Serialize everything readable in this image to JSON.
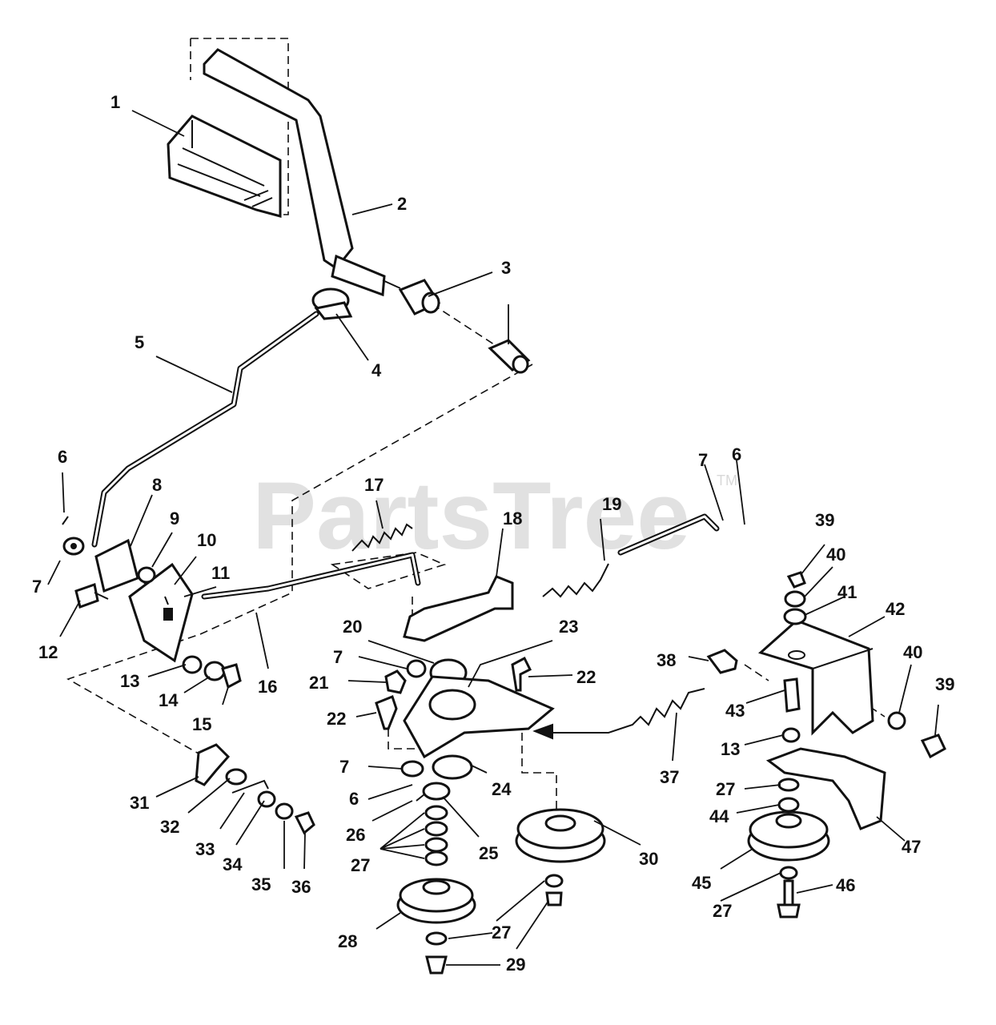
{
  "watermark": {
    "text": "PartsTree",
    "trademark": "TM"
  },
  "callouts": [
    {
      "id": "c1",
      "label": "1"
    },
    {
      "id": "c2",
      "label": "2"
    },
    {
      "id": "c3",
      "label": "3"
    },
    {
      "id": "c4",
      "label": "4"
    },
    {
      "id": "c5",
      "label": "5"
    },
    {
      "id": "c6a",
      "label": "6"
    },
    {
      "id": "c6b",
      "label": "6"
    },
    {
      "id": "c6c",
      "label": "6"
    },
    {
      "id": "c7a",
      "label": "7"
    },
    {
      "id": "c7b",
      "label": "7"
    },
    {
      "id": "c7c",
      "label": "7"
    },
    {
      "id": "c7d",
      "label": "7"
    },
    {
      "id": "c8",
      "label": "8"
    },
    {
      "id": "c9",
      "label": "9"
    },
    {
      "id": "c10",
      "label": "10"
    },
    {
      "id": "c11",
      "label": "11"
    },
    {
      "id": "c12",
      "label": "12"
    },
    {
      "id": "c13a",
      "label": "13"
    },
    {
      "id": "c13b",
      "label": "13"
    },
    {
      "id": "c14",
      "label": "14"
    },
    {
      "id": "c15",
      "label": "15"
    },
    {
      "id": "c16",
      "label": "16"
    },
    {
      "id": "c17",
      "label": "17"
    },
    {
      "id": "c18",
      "label": "18"
    },
    {
      "id": "c19",
      "label": "19"
    },
    {
      "id": "c20",
      "label": "20"
    },
    {
      "id": "c21",
      "label": "21"
    },
    {
      "id": "c22a",
      "label": "22"
    },
    {
      "id": "c22b",
      "label": "22"
    },
    {
      "id": "c23",
      "label": "23"
    },
    {
      "id": "c24",
      "label": "24"
    },
    {
      "id": "c25",
      "label": "25"
    },
    {
      "id": "c26",
      "label": "26"
    },
    {
      "id": "c27a",
      "label": "27"
    },
    {
      "id": "c27b",
      "label": "27"
    },
    {
      "id": "c27c",
      "label": "27"
    },
    {
      "id": "c27d",
      "label": "27"
    },
    {
      "id": "c28",
      "label": "28"
    },
    {
      "id": "c29",
      "label": "29"
    },
    {
      "id": "c30",
      "label": "30"
    },
    {
      "id": "c31",
      "label": "31"
    },
    {
      "id": "c32",
      "label": "32"
    },
    {
      "id": "c33",
      "label": "33"
    },
    {
      "id": "c34",
      "label": "34"
    },
    {
      "id": "c35",
      "label": "35"
    },
    {
      "id": "c36",
      "label": "36"
    },
    {
      "id": "c37",
      "label": "37"
    },
    {
      "id": "c38",
      "label": "38"
    },
    {
      "id": "c39a",
      "label": "39"
    },
    {
      "id": "c39b",
      "label": "39"
    },
    {
      "id": "c40a",
      "label": "40"
    },
    {
      "id": "c40b",
      "label": "40"
    },
    {
      "id": "c41",
      "label": "41"
    },
    {
      "id": "c42",
      "label": "42"
    },
    {
      "id": "c43",
      "label": "43"
    },
    {
      "id": "c44",
      "label": "44"
    },
    {
      "id": "c45",
      "label": "45"
    },
    {
      "id": "c46",
      "label": "46"
    },
    {
      "id": "c47",
      "label": "47"
    }
  ]
}
